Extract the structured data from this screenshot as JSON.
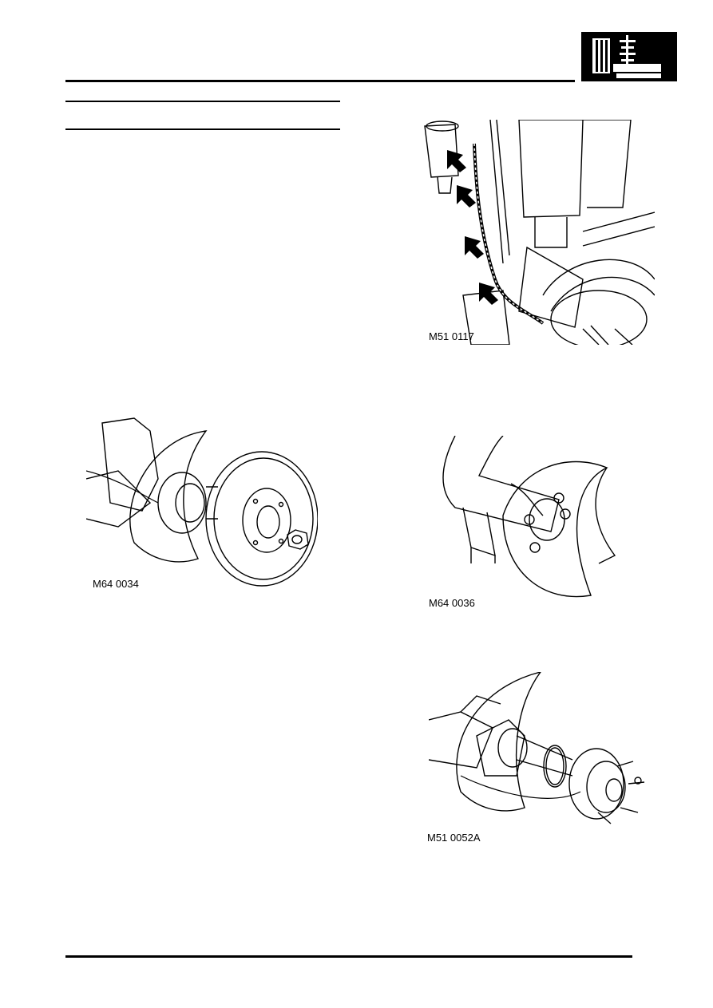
{
  "figures": {
    "fig1": {
      "label": "M51 0117"
    },
    "fig2": {
      "label": "M64 0034"
    },
    "fig3": {
      "label": "M64 0036"
    },
    "fig4": {
      "label": "M51 0052A"
    }
  },
  "header": {
    "icon": "suspension-section-icon"
  }
}
